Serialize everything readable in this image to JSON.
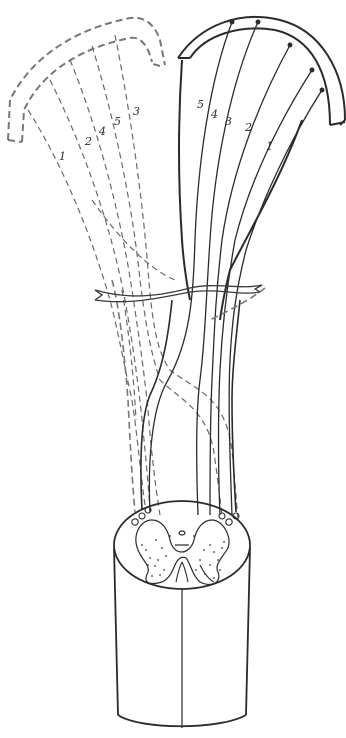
{
  "figure": {
    "left_fan_labels": [
      "1",
      "2",
      "4",
      "5",
      "3"
    ],
    "right_fan_labels": [
      "5",
      "4",
      "3",
      "2",
      "1"
    ],
    "colors": {
      "ink": "#2b2b2b",
      "dashed": "#666666",
      "stipple": "#3a3a3a"
    }
  }
}
